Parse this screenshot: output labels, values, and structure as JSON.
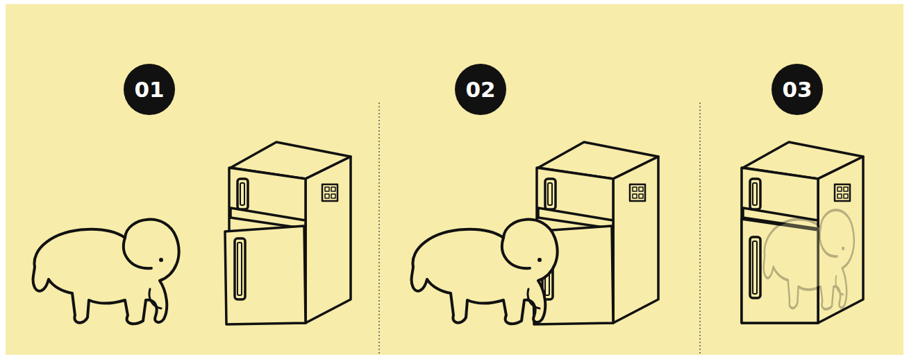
{
  "diagram": {
    "nodes": [
      {
        "text": [
          "01"
        ]
      },
      {
        "text": [
          "02"
        ]
      },
      {
        "text": [
          "03"
        ]
      }
    ]
  }
}
